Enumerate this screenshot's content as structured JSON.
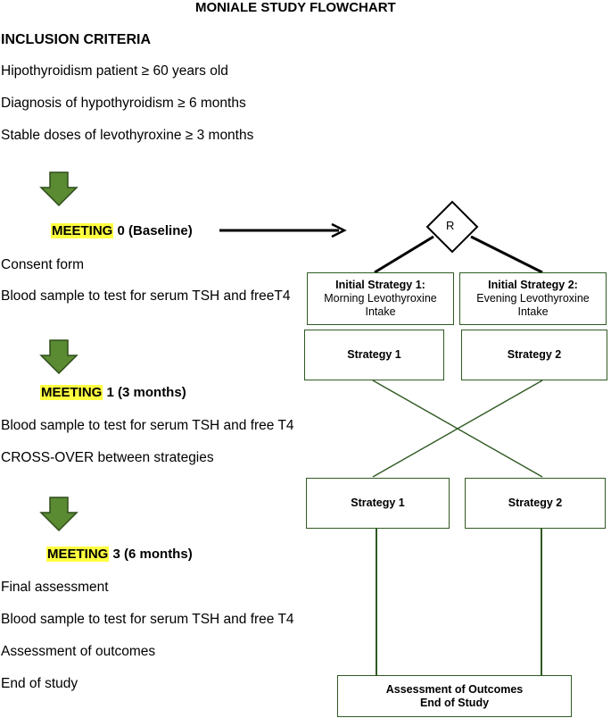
{
  "title": "MONIALE STUDY FLOWCHART",
  "inclusion": {
    "heading": "INCLUSION CRITERIA",
    "items": [
      "Hipothyroidism patient ≥ 60 years old",
      "Diagnosis of hypothyroidism ≥ 6 months",
      "Stable doses of levothyroxine ≥ 3 months"
    ]
  },
  "meeting0": {
    "label_hl": "MEETING",
    "label_rest": " 0 (Baseline)",
    "items": [
      "Consent form",
      "Blood sample to test for serum TSH and freeT4"
    ]
  },
  "meeting1": {
    "label_hl": "MEETING",
    "label_rest": " 1 (3 months)",
    "items": [
      "Blood sample to test for serum TSH and free T4",
      "CROSS-OVER between strategies"
    ]
  },
  "meeting3": {
    "label_hl": "MEETING",
    "label_rest": " 3 (6 months)",
    "items": [
      "Final assessment",
      "Blood sample to test for serum TSH and free T4",
      "Assessment of outcomes",
      "End of study"
    ]
  },
  "diagram": {
    "randomization": "R",
    "initial1": {
      "title": "Initial Strategy 1:",
      "line1": "Morning Levothyroxine",
      "line2": "Intake"
    },
    "initial2": {
      "title": "Initial Strategy 2:",
      "line1": "Evening Levothyroxine",
      "line2": "Intake"
    },
    "period1": {
      "left": "Strategy 1",
      "right": "Strategy 2"
    },
    "period2": {
      "left": "Strategy 1",
      "right": "Strategy 2"
    },
    "final": {
      "line1": "Assessment of Outcomes",
      "line2": "End of Study"
    }
  },
  "colors": {
    "arrow_green": "#5a8a32",
    "arrow_border": "#2e4d1a",
    "highlight": "#ffff40",
    "box_border": "#2f5a22"
  }
}
